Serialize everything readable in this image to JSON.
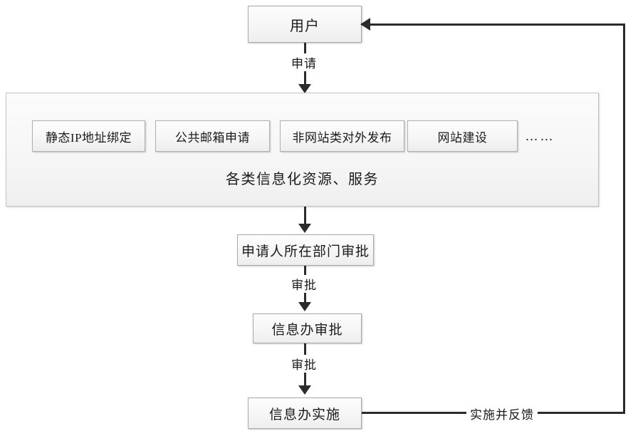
{
  "diagram": {
    "title_node": {
      "label": "用户"
    },
    "resources": {
      "caption": "各类信息化资源、服务",
      "ellipsis": "……",
      "items": [
        {
          "label": "静态IP地址绑定"
        },
        {
          "label": "公共邮箱申请"
        },
        {
          "label": "非网站类对外发布"
        },
        {
          "label": "网站建设"
        }
      ]
    },
    "nodes": {
      "dept_approval": "申请人所在部门审批",
      "office_approval": "信息办审批",
      "office_implementation": "信息办实施"
    },
    "edges": {
      "apply": "申请",
      "approve_1": "审批",
      "approve_2": "审批",
      "feedback": "实施并反馈"
    },
    "colors": {
      "line": "#2b2b2b",
      "node_border": "#a8a8a8",
      "node_fill": "#f6f6f6",
      "text": "#1b1b1b"
    }
  }
}
